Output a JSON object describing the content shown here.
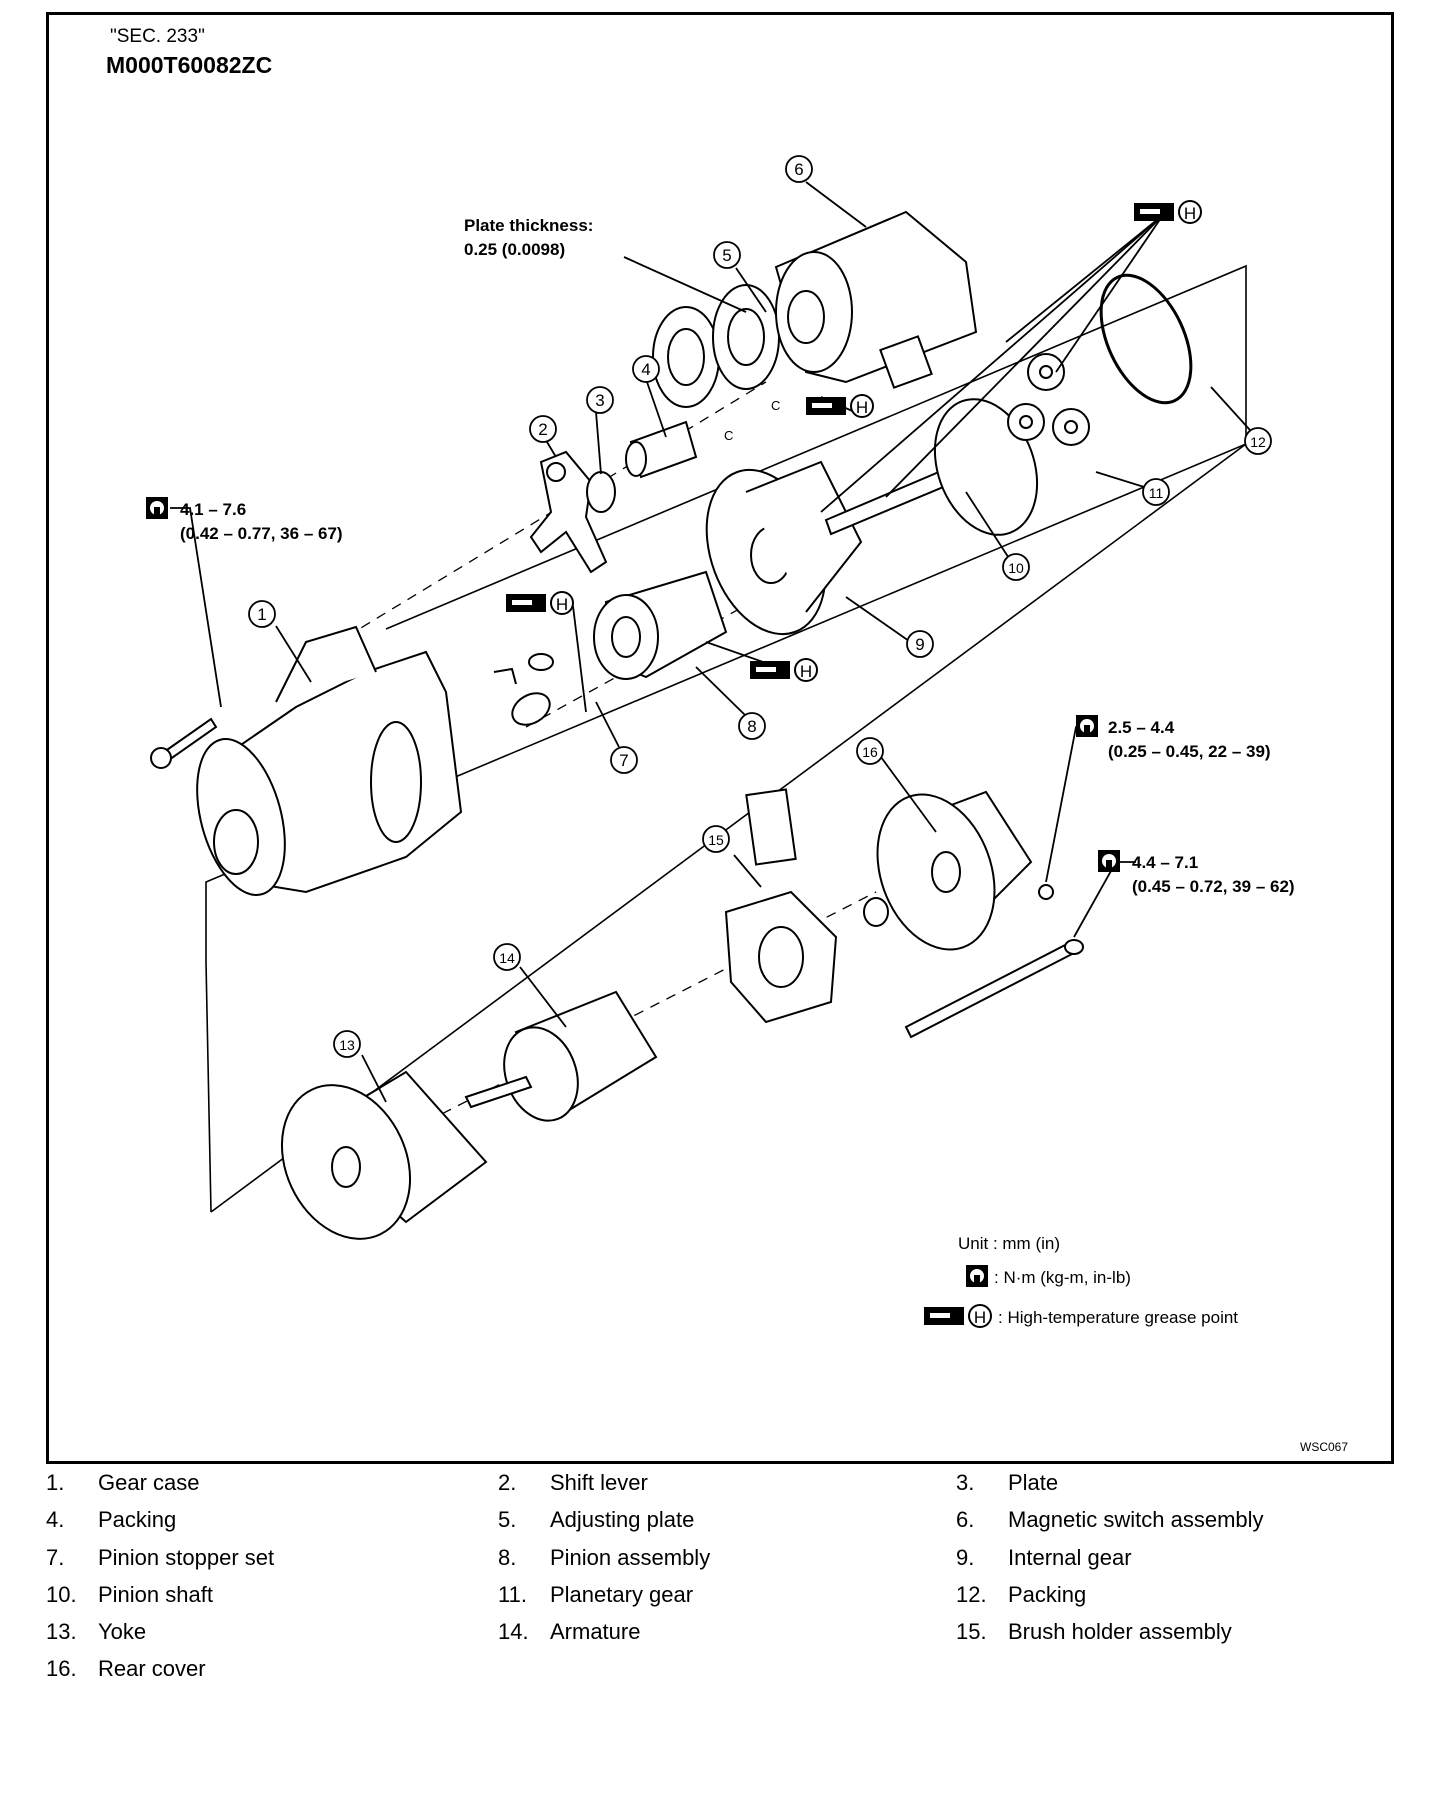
{
  "header": {
    "section": "\"SEC. 233\"",
    "code": "M000T60082ZC"
  },
  "annotations": {
    "plate_thickness_label": "Plate thickness:",
    "plate_thickness_value": "0.25 (0.0098)",
    "torque_1": "4.1 – 7.6",
    "torque_1_detail": "(0.42 – 0.77, 36 – 67)",
    "torque_2": "2.5 – 4.4",
    "torque_2_detail": "(0.25 – 0.45, 22 – 39)",
    "torque_3": "4.4 – 7.1",
    "torque_3_detail": "(0.45 – 0.72, 39 – 62)",
    "grease_letter": "H",
    "ref_c": "C"
  },
  "legend": {
    "unit": "Unit : mm (in)",
    "torque_unit": ": N·m (kg-m, in-lb)",
    "grease": ": High-temperature grease point"
  },
  "figure_id": "WSC067",
  "callouts": [
    "1",
    "2",
    "3",
    "4",
    "5",
    "6",
    "7",
    "8",
    "9",
    "10",
    "11",
    "12",
    "13",
    "14",
    "15",
    "16"
  ],
  "parts": [
    {
      "num": "1.",
      "name": "Gear case"
    },
    {
      "num": "2.",
      "name": "Shift lever"
    },
    {
      "num": "3.",
      "name": "Plate"
    },
    {
      "num": "4.",
      "name": "Packing"
    },
    {
      "num": "5.",
      "name": "Adjusting plate"
    },
    {
      "num": "6.",
      "name": "Magnetic switch assembly"
    },
    {
      "num": "7.",
      "name": "Pinion stopper set"
    },
    {
      "num": "8.",
      "name": "Pinion assembly"
    },
    {
      "num": "9.",
      "name": "Internal gear"
    },
    {
      "num": "10.",
      "name": "Pinion shaft"
    },
    {
      "num": "11.",
      "name": "Planetary gear"
    },
    {
      "num": "12.",
      "name": "Packing"
    },
    {
      "num": "13.",
      "name": "Yoke"
    },
    {
      "num": "14.",
      "name": "Armature"
    },
    {
      "num": "15.",
      "name": "Brush holder assembly"
    },
    {
      "num": "16.",
      "name": "Rear cover"
    }
  ]
}
